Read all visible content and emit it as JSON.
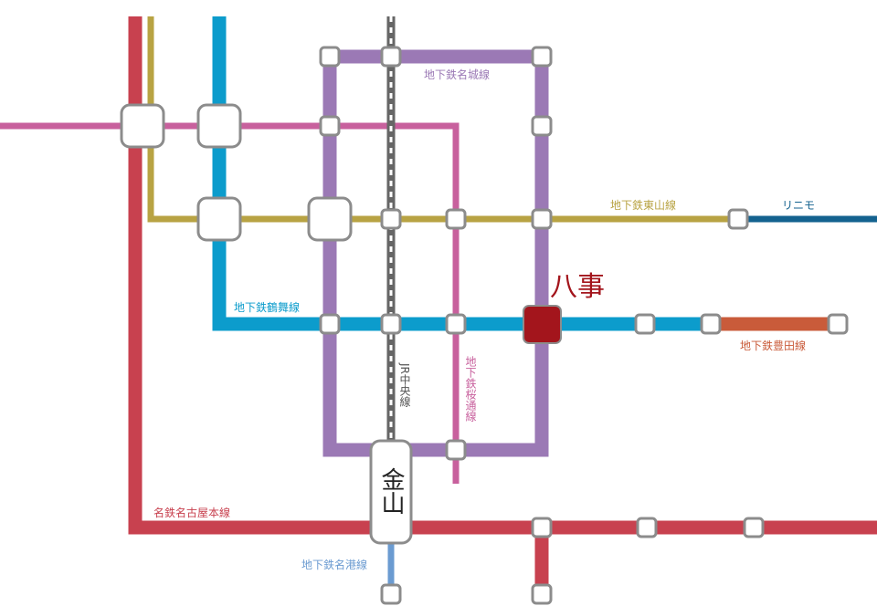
{
  "lines": {
    "meitetsu": {
      "name": "名鉄名古屋本線",
      "color": "#c8414f"
    },
    "higashiyama": {
      "name": "地下鉄東山線",
      "color": "#b8a343"
    },
    "tsurumai": {
      "name": "地下鉄鶴舞線",
      "color": "#0c9ccc"
    },
    "meijo": {
      "name": "地下鉄名城線",
      "color": "#9b79b5"
    },
    "sakuradori": {
      "name": "地下鉄桜通線",
      "color": "#c8609d"
    },
    "jr_chuo": {
      "name": "JR中央線",
      "color": "#666666"
    },
    "linimo": {
      "name": "リニモ",
      "color": "#14628f"
    },
    "toyota": {
      "name": "地下鉄豊田線",
      "color": "#c95b3a"
    },
    "meiko": {
      "name": "地下鉄名港線",
      "color": "#6b9bd1"
    }
  },
  "stations": {
    "yagoto": {
      "name": "八事",
      "color": "#a3151c"
    },
    "kanayama": {
      "name": "金山"
    }
  },
  "colors": {
    "station_stroke": "#8c8c8c",
    "station_fill": "#ffffff"
  }
}
